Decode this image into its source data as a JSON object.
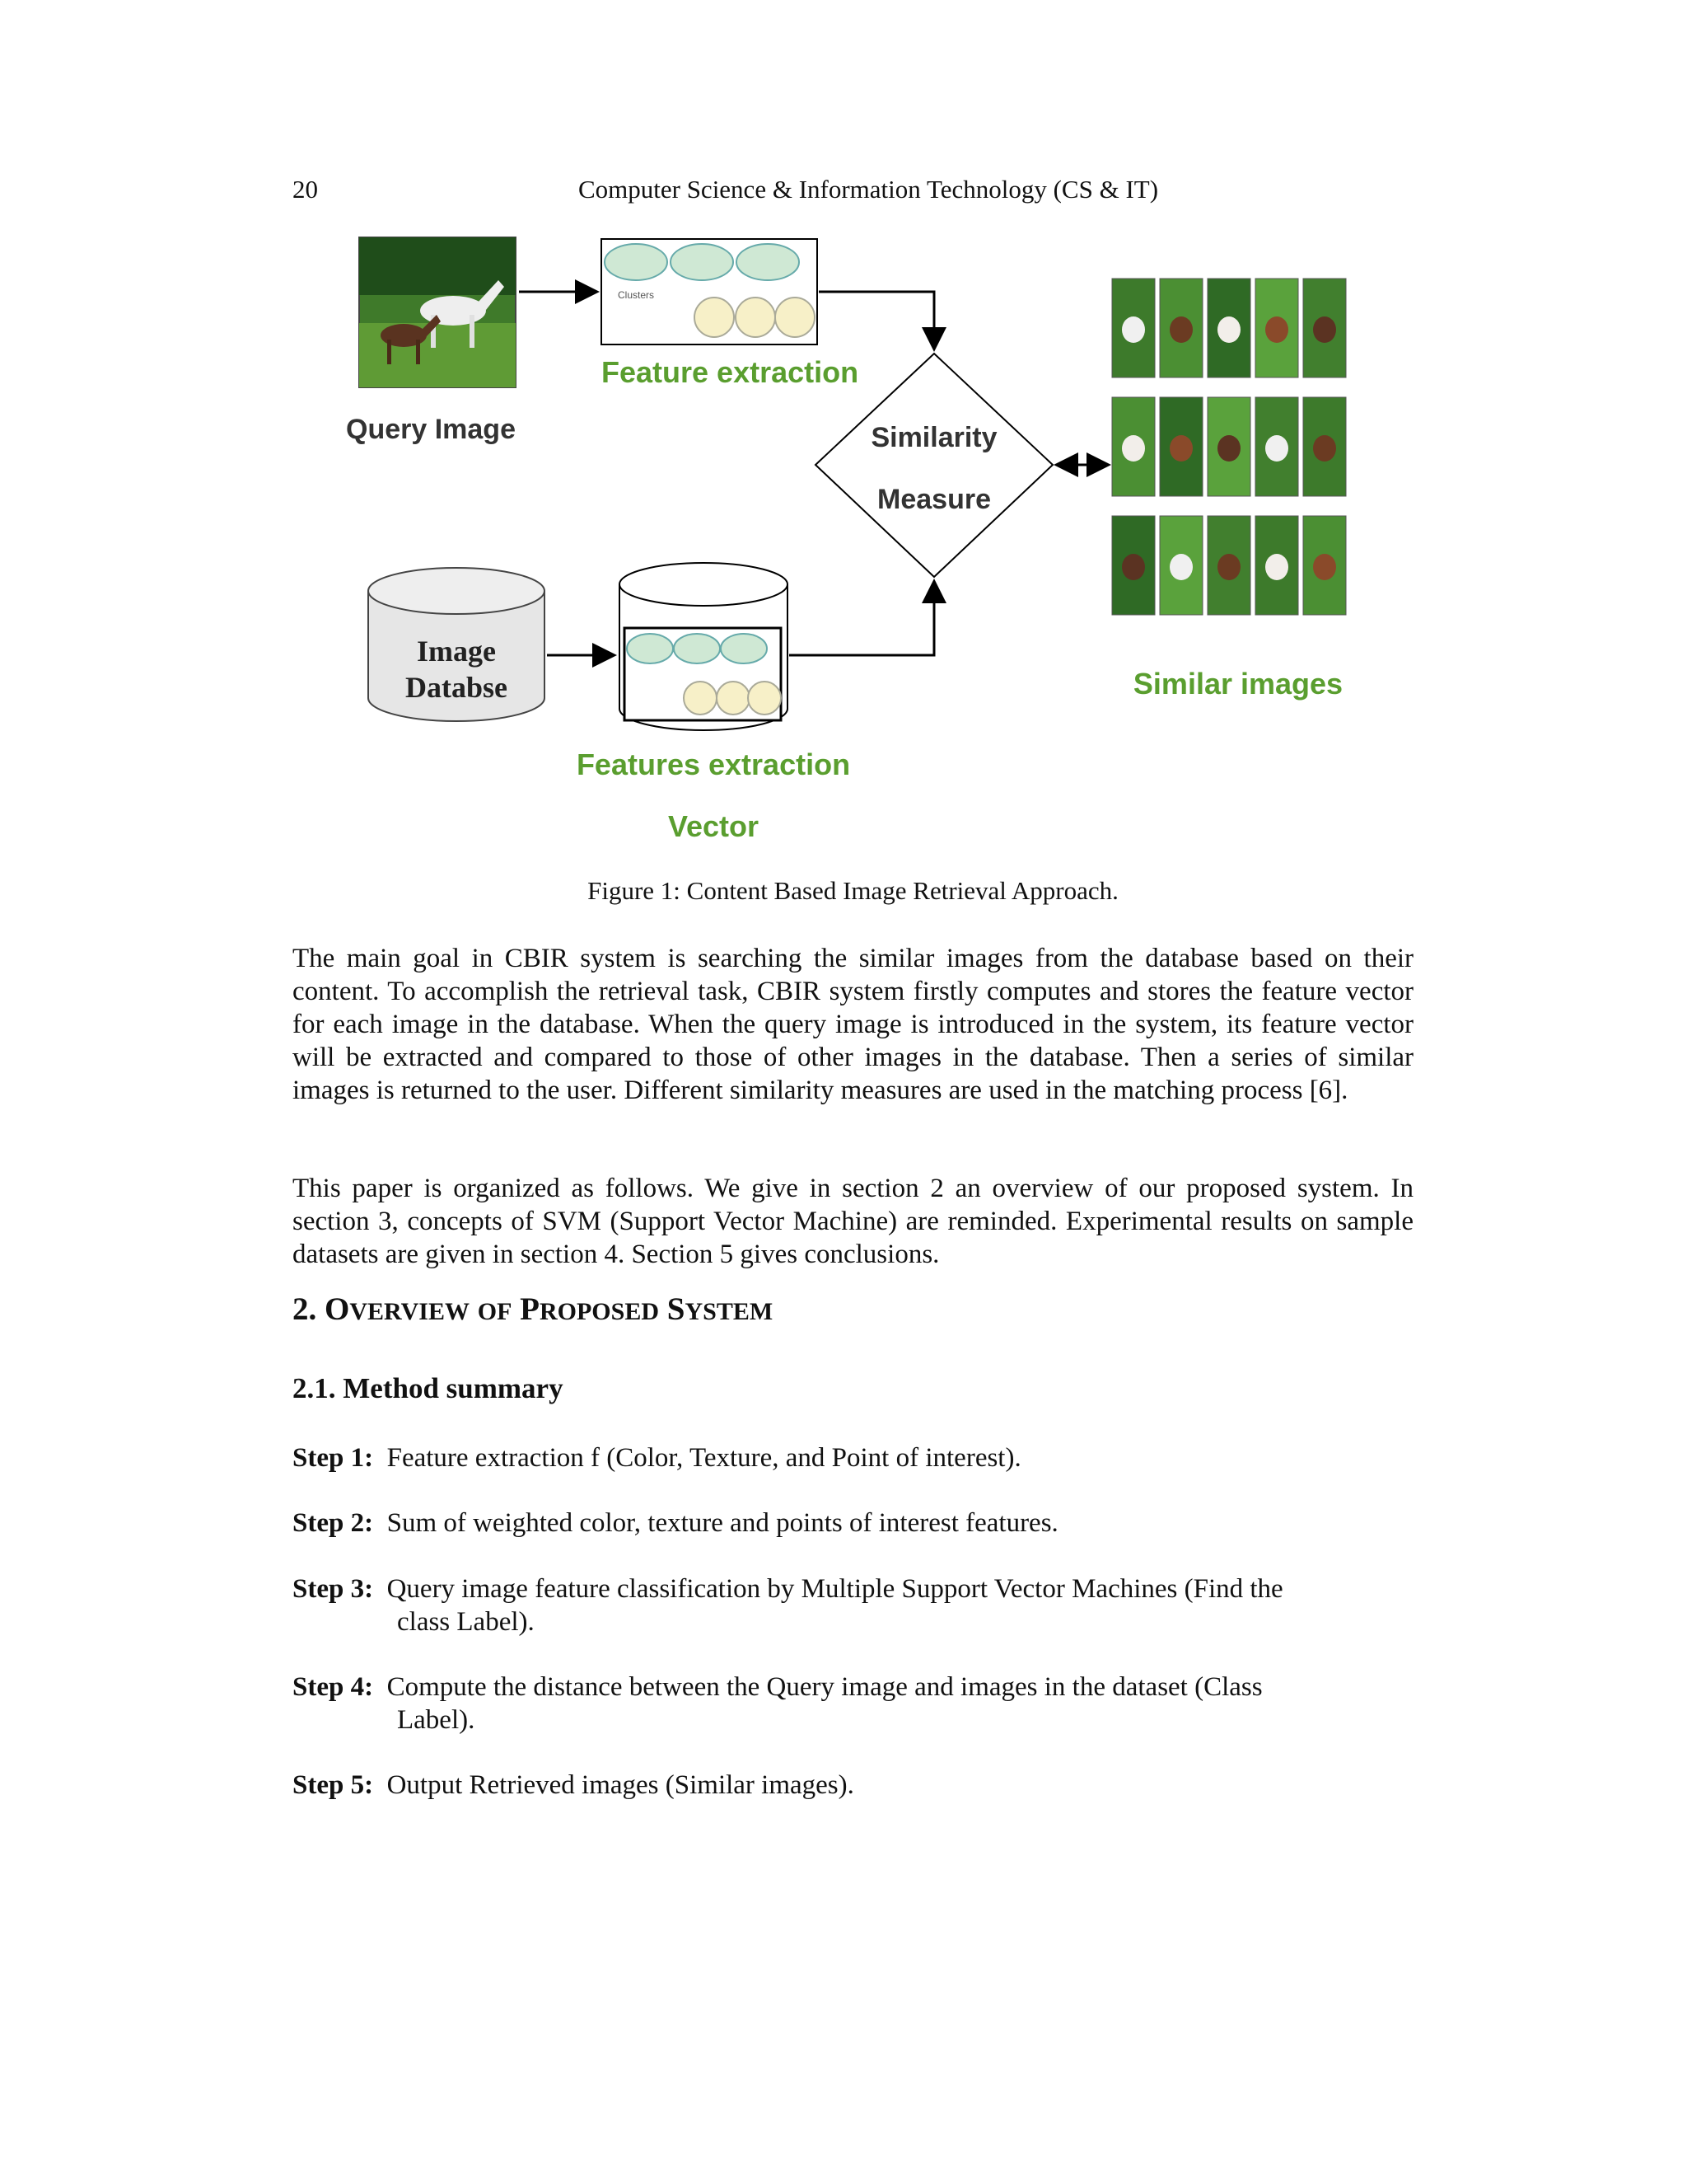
{
  "header": {
    "page_number": "20",
    "journal": "Computer Science & Information Technology (CS & IT)"
  },
  "figure": {
    "query_label": "Query Image",
    "feature_extraction_label": "Feature extraction",
    "clusters_text": "Clusters",
    "similarity_label_1": "Similarity",
    "similarity_label_2": "Measure",
    "database_label_1": "Image",
    "database_label_2": "Databse",
    "features_vector_label_1": "Features extraction",
    "features_vector_label_2": "Vector",
    "similar_images_label": "Similar images",
    "label_color": "#5a9e2f",
    "caption": "Figure 1: Content Based Image Retrieval Approach."
  },
  "paragraphs": [
    "The main goal in CBIR system is searching the similar images from the database based on their content. To accomplish the retrieval task, CBIR system firstly computes and stores the feature vector for each image in the database. When the query image is introduced in the system, its feature vector will be extracted and compared to those of other images in the database. Then a series of similar images is returned to the user. Different similarity measures are used in the matching process [6].",
    "This paper is organized as follows. We give in section 2 an overview of our proposed system. In section 3, concepts of SVM (Support Vector Machine) are reminded. Experimental results on sample datasets are given in section 4. Section 5 gives conclusions."
  ],
  "section": {
    "number": "2.",
    "word1_initial": "O",
    "word1_rest": "VERVIEW",
    "word2": "OF",
    "word3_initial": "P",
    "word3_rest": "ROPOSED",
    "word4_initial": "S",
    "word4_rest": "YSTEM"
  },
  "subsection": "2.1. Method summary",
  "steps": [
    {
      "label": "Step 1:",
      "line1": "Feature extraction f (Color, Texture, and Point of interest).",
      "line2": ""
    },
    {
      "label": "Step 2:",
      "line1": "Sum of weighted color, texture and points of interest features.",
      "line2": ""
    },
    {
      "label": "Step 3:",
      "line1": "Query image feature classification by Multiple Support Vector Machines (Find the",
      "line2": "class Label)."
    },
    {
      "label": "Step 4:",
      "line1": "Compute the distance between the Query image and images in the dataset (Class",
      "line2": "Label)."
    },
    {
      "label": "Step 5:",
      "line1": "Output Retrieved images (Similar images).",
      "line2": ""
    }
  ]
}
